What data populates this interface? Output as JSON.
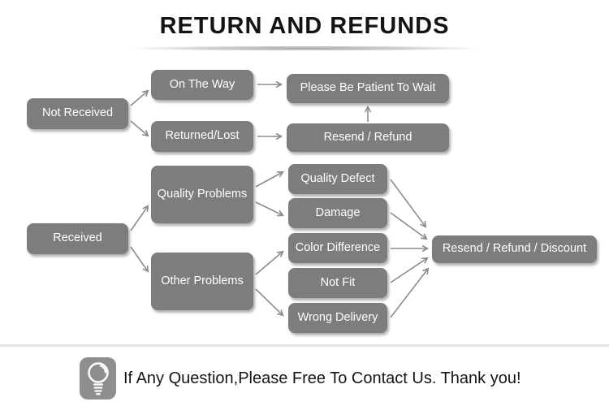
{
  "title": "RETURN AND REFUNDS",
  "flowchart": {
    "nodes": {
      "not_received": "Not Received",
      "on_the_way": "On The Way",
      "please_wait": "Please Be Patient To Wait",
      "returned_lost": "Returned/Lost",
      "resend_refund": "Resend / Refund",
      "received": "Received",
      "quality_problems": "Quality Problems",
      "other_problems": "Other Problems",
      "quality_defect": "Quality Defect",
      "damage": "Damage",
      "color_difference": "Color Difference",
      "not_fit": "Not Fit",
      "wrong_delivery": "Wrong Delivery",
      "resend_refund_discount": "Resend / Refund / Discount"
    },
    "edges": [
      {
        "from": "not_received",
        "to": "on_the_way"
      },
      {
        "from": "not_received",
        "to": "returned_lost"
      },
      {
        "from": "on_the_way",
        "to": "please_wait"
      },
      {
        "from": "returned_lost",
        "to": "resend_refund"
      },
      {
        "from": "resend_refund",
        "to": "please_wait"
      },
      {
        "from": "received",
        "to": "quality_problems"
      },
      {
        "from": "received",
        "to": "other_problems"
      },
      {
        "from": "quality_problems",
        "to": "quality_defect"
      },
      {
        "from": "quality_problems",
        "to": "damage"
      },
      {
        "from": "other_problems",
        "to": "color_difference"
      },
      {
        "from": "other_problems",
        "to": "wrong_delivery"
      },
      {
        "from": "quality_defect",
        "to": "resend_refund_discount"
      },
      {
        "from": "damage",
        "to": "resend_refund_discount"
      },
      {
        "from": "color_difference",
        "to": "resend_refund_discount"
      },
      {
        "from": "not_fit",
        "to": "resend_refund_discount"
      },
      {
        "from": "wrong_delivery",
        "to": "resend_refund_discount"
      }
    ]
  },
  "footer": {
    "message": "If Any Question,Please Free To Contact Us. Thank you!",
    "icon": "lightbulb-icon"
  },
  "colors": {
    "node_bg": "#7d7d7d",
    "node_text": "#ffffff",
    "arrow": "#8c8c8c",
    "title_text": "#141414",
    "divider": "#e4e4e4",
    "badge_bg": "#8e8e8e"
  }
}
